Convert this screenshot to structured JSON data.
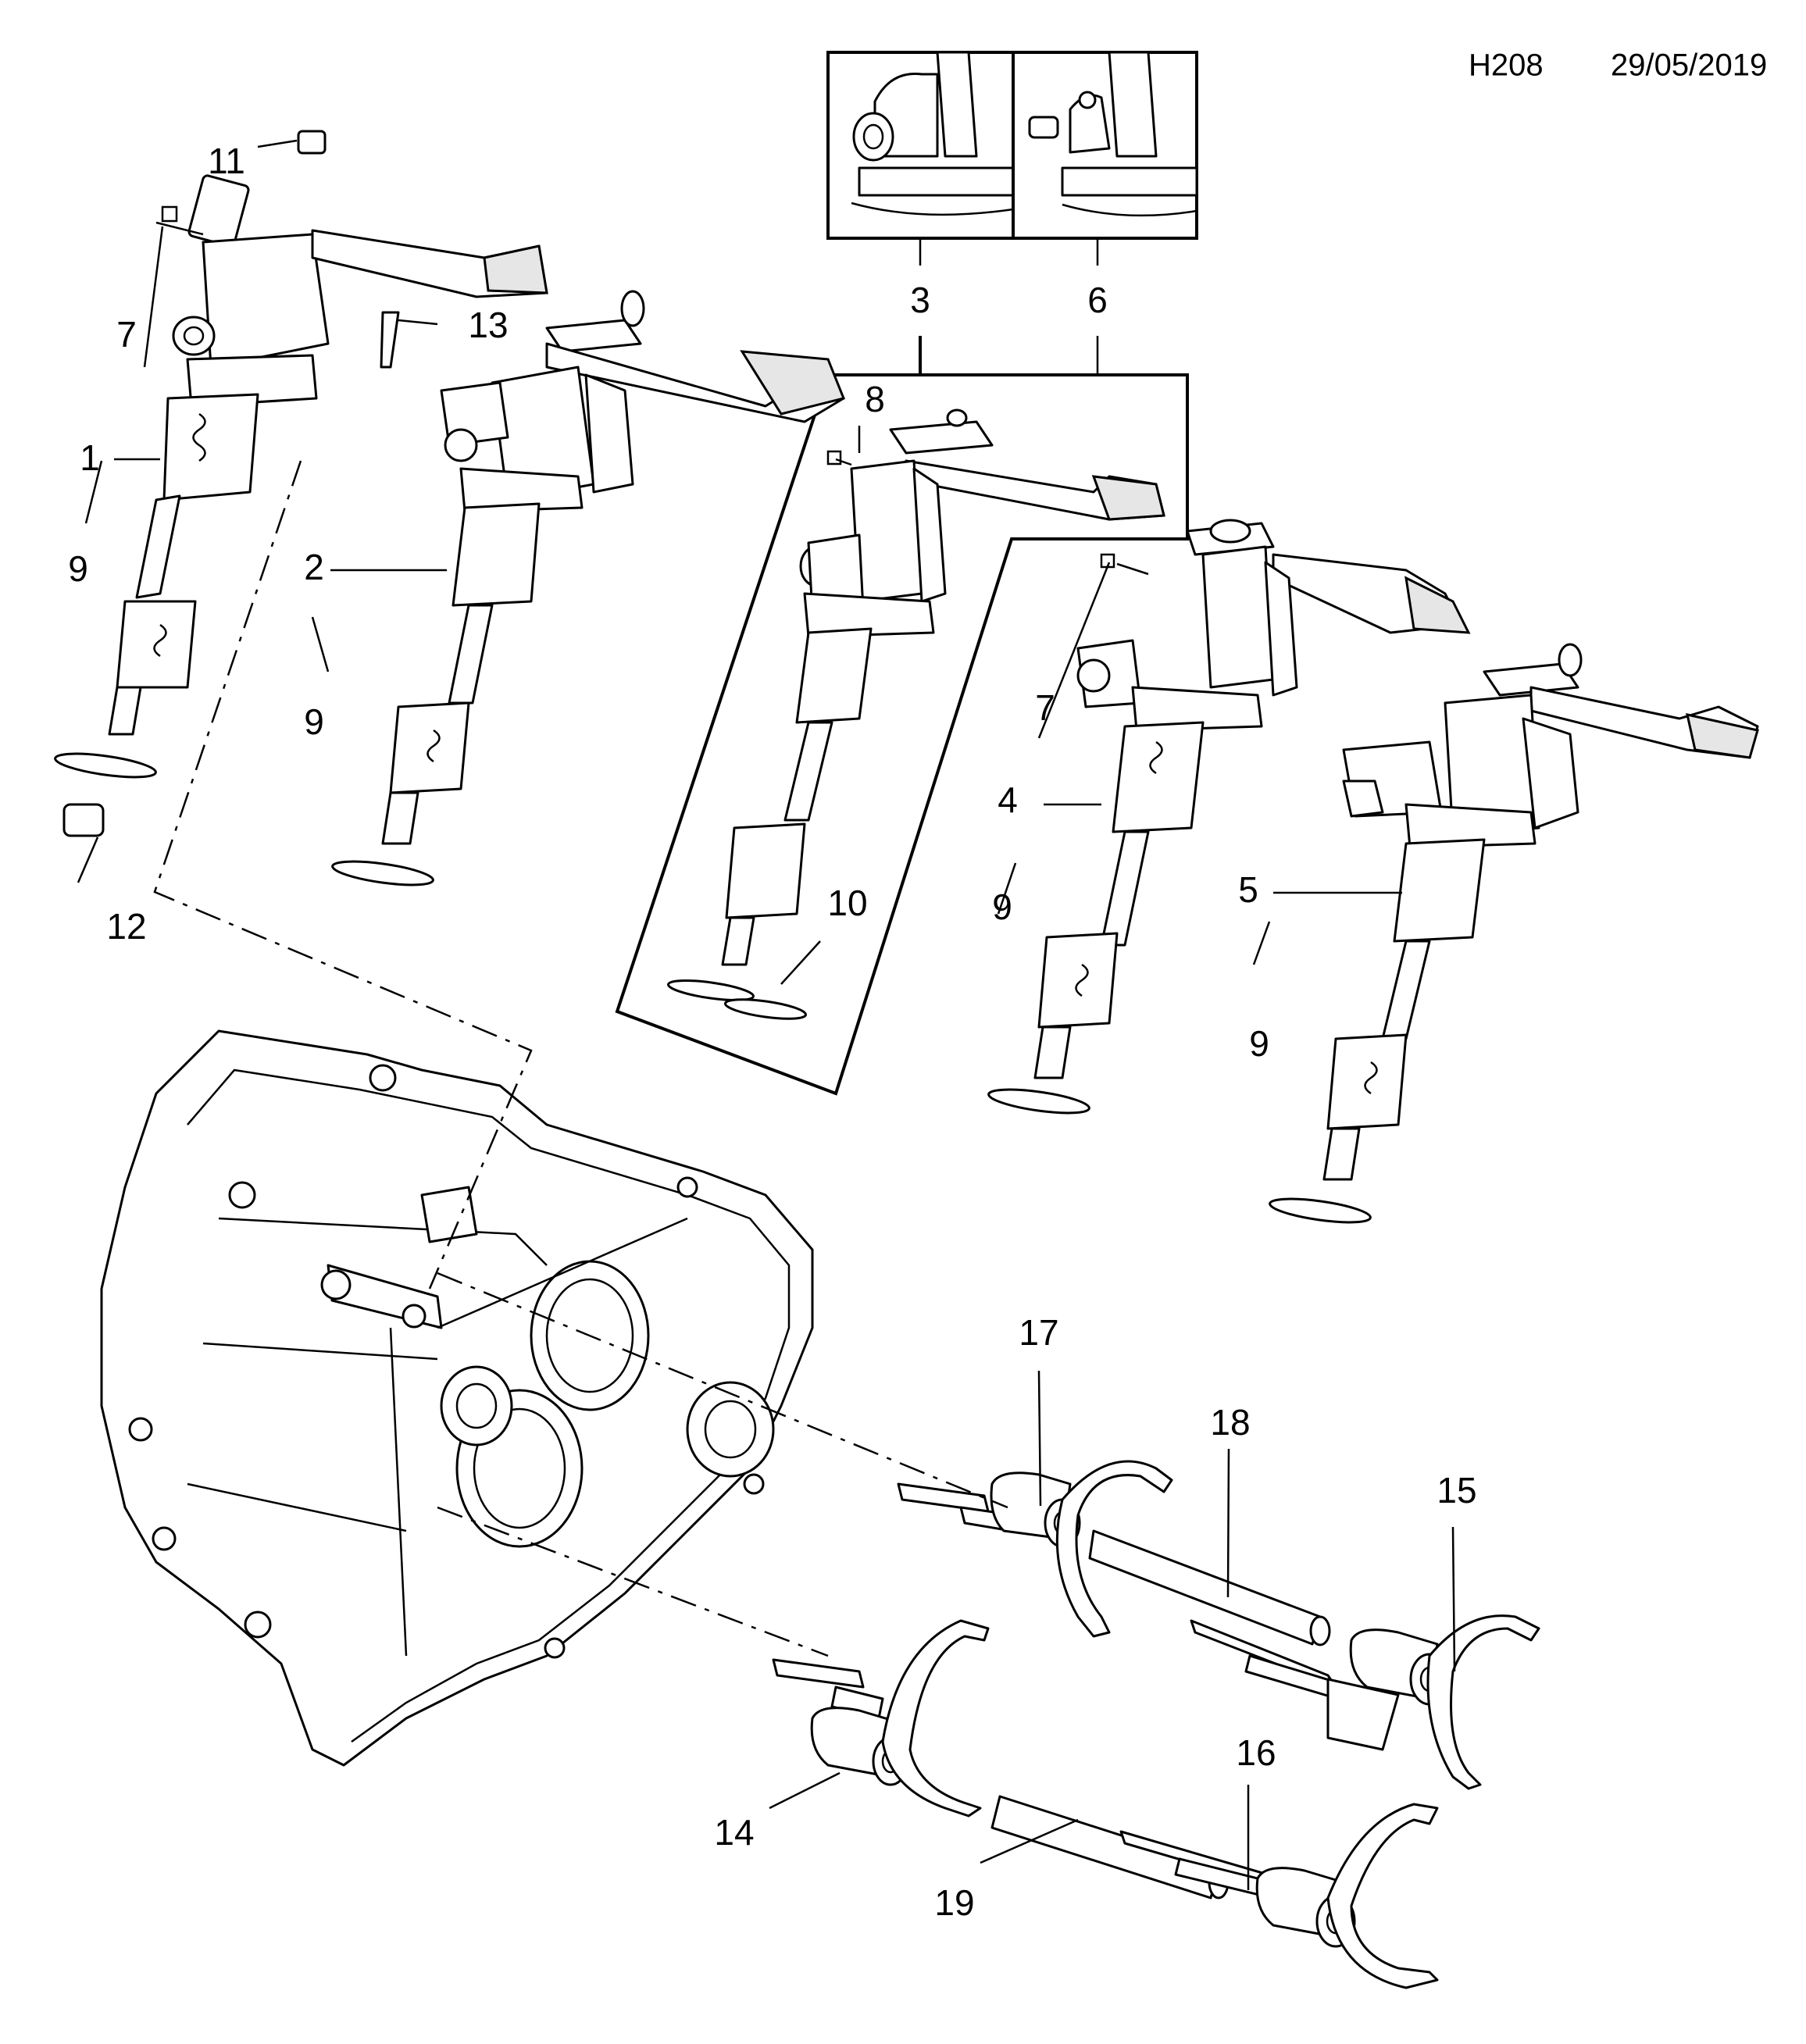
{
  "header": {
    "drawing_code": "H208",
    "date": "29/05/2019"
  },
  "callouts": {
    "c1": "1",
    "c2": "2",
    "c3": "3",
    "c4": "4",
    "c5": "5",
    "c6": "6",
    "c7a": "7",
    "c7b": "7",
    "c8": "8",
    "c9a": "9",
    "c9b": "9",
    "c9c": "9",
    "c9d": "9",
    "c10": "10",
    "c11": "11",
    "c12": "12",
    "c13": "13",
    "c14": "14",
    "c15": "15",
    "c16": "16",
    "c17": "17",
    "c18": "18",
    "c19": "19"
  }
}
